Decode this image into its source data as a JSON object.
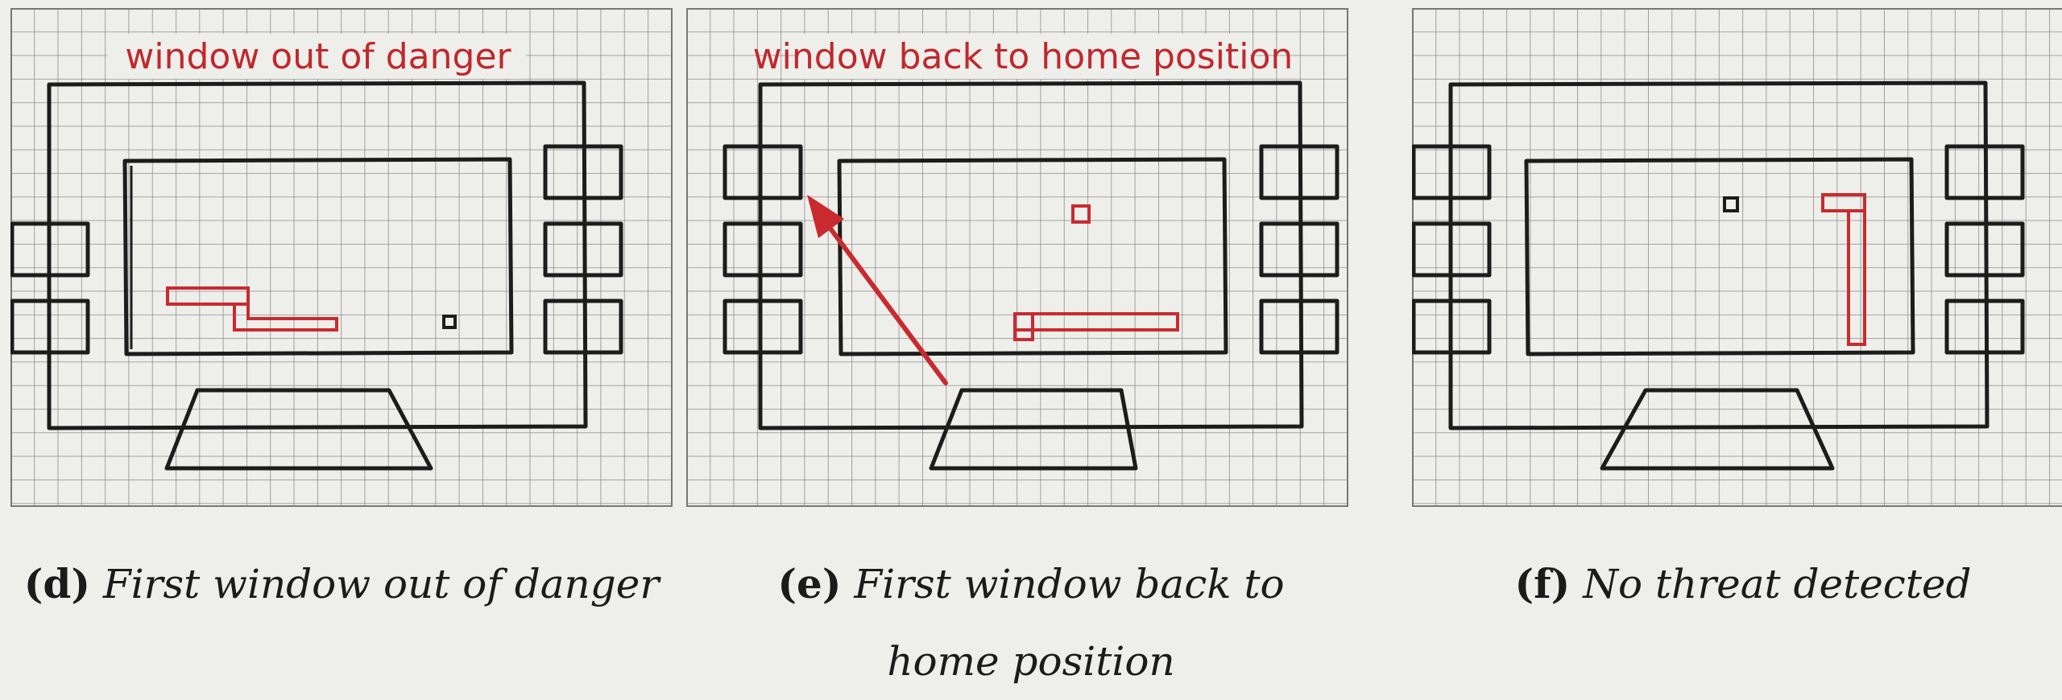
{
  "panels": [
    {
      "id": "d",
      "note": "window out of danger",
      "caption_letter": "(d)",
      "caption_text": "First window out of danger"
    },
    {
      "id": "e",
      "note": "window back to home position",
      "caption_letter": "(e)",
      "caption_text": "First window back to home position"
    },
    {
      "id": "f",
      "note": "",
      "caption_letter": "(f)",
      "caption_text": "No threat detected"
    }
  ],
  "colors": {
    "paper": "#eeeeea",
    "grid": "#8c8c8c",
    "ink": "#1c1c1c",
    "annotation": "#c92a2f"
  }
}
